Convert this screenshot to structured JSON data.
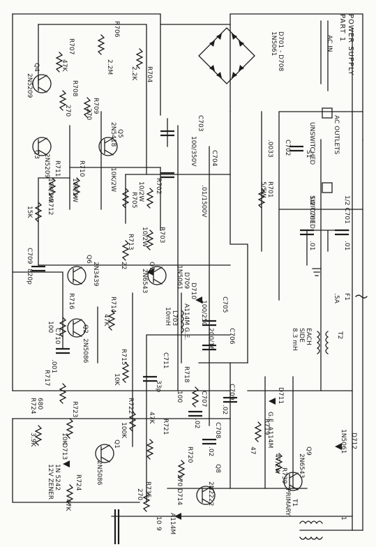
{
  "title": {
    "line1": "POWER SUPPLY",
    "line2": "PART 1"
  },
  "ac_in": "AC IN",
  "ac_outlets": "AC OUTLETS",
  "unswitched": "UNSWITCHED",
  "switched": "SWITCHED",
  "components": {
    "d701": "D701 - D708",
    "d701b": "1N5061",
    "c702": "C702",
    "c702v": ".0033",
    "s1": "S1",
    "c701a": "1/2 C701",
    "c701av": ".01",
    "c701b": "1/2 C701",
    "c701bv": ".01",
    "r701": "R701",
    "r701v": "5/5W",
    "f1": "F1",
    "f1v": ".5A",
    "t2a": "EACH",
    "t2b": "SIDE",
    "t2c": "8.3 mH",
    "t2": "T2",
    "c703": "C703",
    "c703v": "100/350V",
    "c704": "C704",
    "c704v": ".01/1500V",
    "r706": "R706",
    "r706v": "2.2M",
    "r704": "R704",
    "r704v": "2.2K",
    "r707": "R707",
    "r707v": "47K",
    "q4": "Q4",
    "q4v": "2N5209",
    "r708": "R708",
    "r708v": "270",
    "r709": "R709",
    "r709v": "270",
    "q5": "Q5",
    "q5v": "2N5418",
    "q3": "Q3",
    "q3v": "2N5209",
    "r711": "R711",
    "r711v": "10K/2W",
    "r710": "R710",
    "r710v": "10K/2W",
    "r712": "R712",
    "r712v": "15K",
    "r705": "R705",
    "r705v": "10K/2W",
    "r702": "R702",
    "r702v": "10/2W",
    "r703": "R703",
    "r703v": "10/2W",
    "c709": "C709",
    "c709v": "820p",
    "q6": "Q6",
    "q6v": "2N3439",
    "r713": "R713",
    "r713v": "22",
    "q7": "Q7",
    "q7v": "2N6543",
    "d709": "D709",
    "d709v": "1N5061",
    "d710": "D710",
    "d710v": "A114M G.E.",
    "l703": "L703",
    "l703v": "10mH",
    "c705": "C705",
    "c705v": "100/250",
    "c706": "C706",
    "c706v": "200/16",
    "r716": "R716",
    "r716v": "100",
    "q2": "Q2",
    "q2v": "2N5086",
    "r714": "R714",
    "r714v": "47K",
    "c710": "C710",
    "c710v": ".001",
    "r715": "R715",
    "r715v": "10K",
    "c711": "C711",
    "c711v": "33p",
    "r717": "R717",
    "r717v": "680",
    "r718": "R718",
    "r718v": "100",
    "c709b": "C709",
    "c709bv": ".02",
    "r722": "R722",
    "r722v": "100K",
    "r723": "R723",
    "r723v": "10K",
    "r724": "R724",
    "r724v": "3.9K",
    "d713": "D713",
    "d713v": "1N 5242",
    "d713z": "12V ZENER",
    "r721": "R721",
    "r721v": "47K",
    "q1": "Q1",
    "q1v": "2N5086",
    "r724b": "R724",
    "r724bv": "47K",
    "c707": "C707",
    "c707v": ".02",
    "c708": "C708",
    "c708v": ".02",
    "d711": "D711",
    "d711v": "G.E. A114M",
    "r719": "R719",
    "r719v": "47",
    "q8": "Q8",
    "q8v": "2N2222",
    "r720": "R720",
    "r720v": "270",
    "d714": "D714",
    "d714v": "A114M",
    "r739": "R739",
    "r739v": "47/2W",
    "q9": "Q9",
    "q9v": "2N6543",
    "d712": "D712",
    "d712v": "1N5061",
    "r735": "R735",
    "r735v": "270",
    "t1": "T1",
    "t1v": "PRIMARY",
    "pin1": "1",
    "pin10": "10",
    "pin9": "9"
  }
}
